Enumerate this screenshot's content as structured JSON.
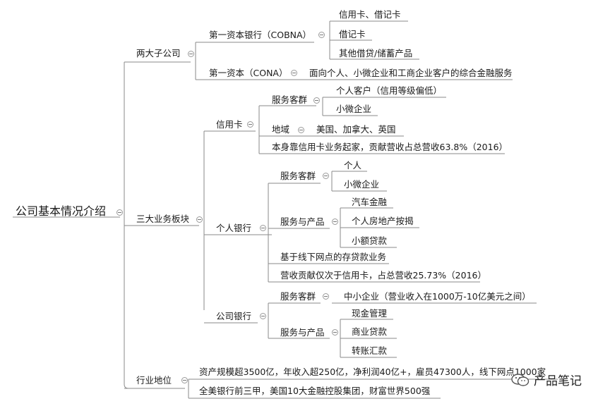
{
  "root": "公司基本情况介绍",
  "companies": {
    "label": "两大子公司",
    "cobna": {
      "label": "第一资本银行（COBNA）",
      "items": [
        "信用卡、借记卡",
        "借记卡",
        "其他借贷/储蓄产品"
      ]
    },
    "cona": {
      "label": "第一资本（CONA）",
      "desc": "面向个人、小微企业和工商企业客户的综合金融服务"
    }
  },
  "segments": {
    "label": "三大业务板块",
    "credit_card": {
      "label": "信用卡",
      "customers_label": "服务客群",
      "customers": [
        "个人客户（信用等级偏低）",
        "小微企业"
      ],
      "region_label": "地域",
      "region": "美国、加拿大、英国",
      "note": "本身靠信用卡业务起家，贡献营收占总营收63.8%（2016）"
    },
    "personal": {
      "label": "个人银行",
      "customers_label": "服务客群",
      "customers": [
        "个人",
        "小微企业"
      ],
      "products_label": "服务与产品",
      "products": [
        "汽车金融",
        "个人房地产按揭",
        "小额贷款"
      ],
      "notes": [
        "基于线下网点的存贷款业务",
        "营收贡献仅次于信用卡，占总营收25.73%（2016）"
      ]
    },
    "corporate": {
      "label": "公司银行",
      "customers_label": "服务客群",
      "customers": "中小企业（营业收入在1000万-10亿美元之间）",
      "products_label": "服务与产品",
      "products": [
        "现金管理",
        "商业贷款",
        "转账汇款"
      ]
    }
  },
  "industry": {
    "label": "行业地位",
    "items": [
      "资产规模超3500亿，年收入超250亿，净利润40亿+，雇员47300人，线下网点1000家",
      "全美银行前三甲，美国10大金融控股集团，财富世界500强"
    ]
  },
  "watermark": "产品笔记"
}
